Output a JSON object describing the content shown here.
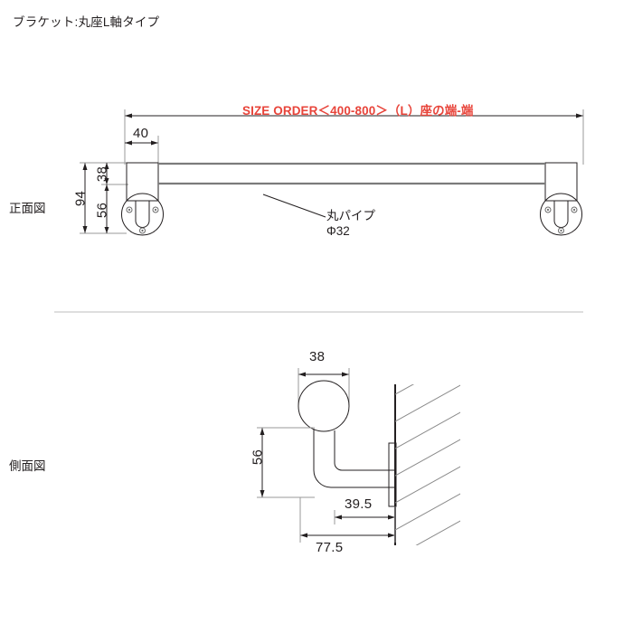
{
  "drawing": {
    "title": "ブラケット:丸座L軸タイプ",
    "size_order_note": "SIZE ORDER＜400-800＞（L）座の端-端",
    "pipe_label_line1": "丸パイプ",
    "pipe_label_line2": "Φ32",
    "views": {
      "front_label": "正面図",
      "side_label": "側面図"
    },
    "front_dimensions": {
      "bracket_width": "40",
      "block_height": "38",
      "post_height": "56",
      "total_height": "94"
    },
    "side_dimensions": {
      "pipe_diameter": "38",
      "drop_height": "56",
      "plate_offset": "39.5",
      "total_projection": "77.5"
    },
    "colors": {
      "line": "#231f20",
      "pipe_line": "#7b7b7b",
      "accent_red": "#e8443a",
      "divider": "#c9c9c9",
      "hatch": "#8a8a8a",
      "background": "#ffffff"
    }
  }
}
